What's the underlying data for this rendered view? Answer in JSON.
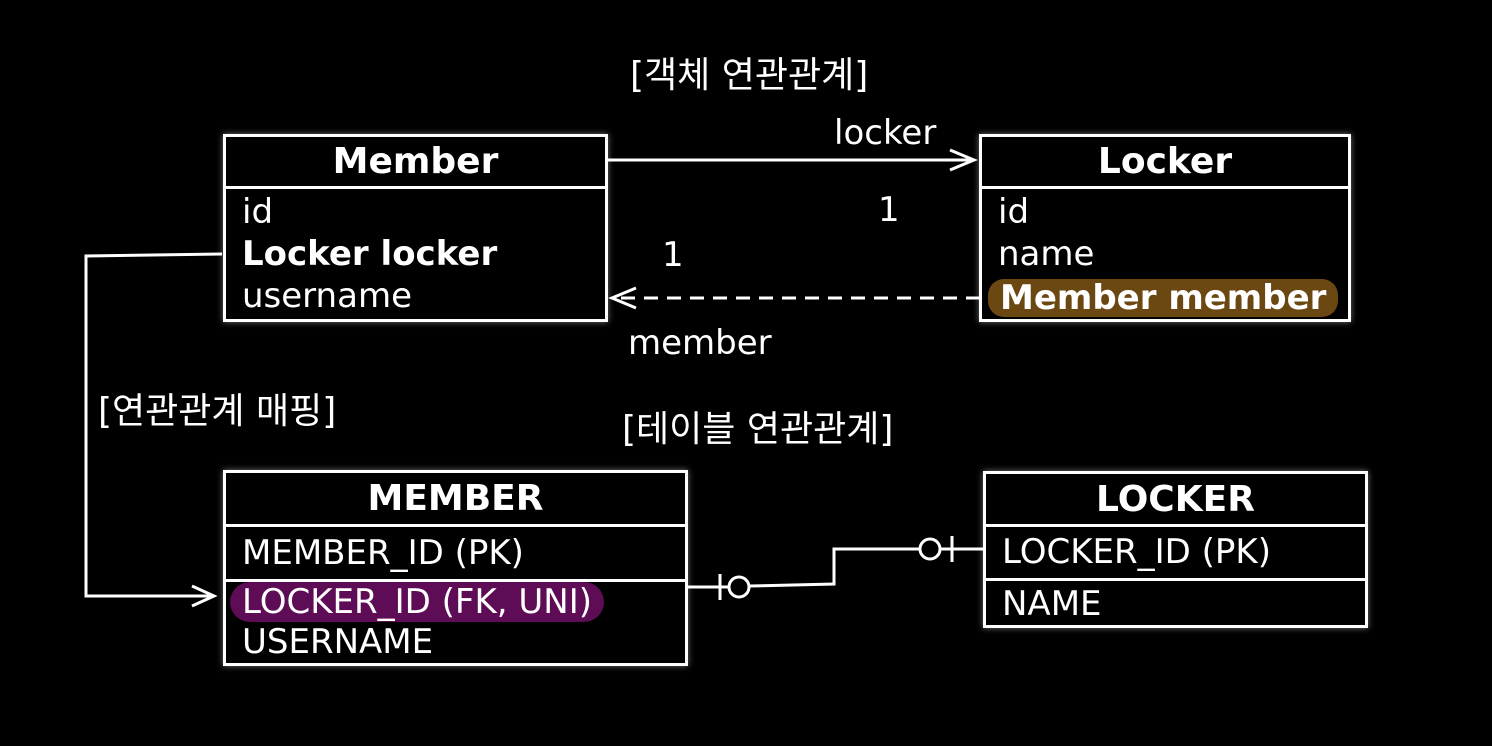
{
  "titles": {
    "object_relation": "[객체 연관관계]",
    "relation_mapping": "[연관관계 매핑]",
    "table_relation": "[테이블 연관관계]"
  },
  "edges": {
    "locker_label": "locker",
    "member_label": "member",
    "member_to_locker_multiplicity": "1",
    "locker_to_member_multiplicity": "1"
  },
  "member_entity": {
    "name": "Member",
    "fields": [
      "id",
      "Locker locker",
      "username"
    ]
  },
  "locker_entity": {
    "name": "Locker",
    "fields": [
      "id",
      "name",
      "Member member"
    ]
  },
  "member_table": {
    "name": "MEMBER",
    "columns": [
      "MEMBER_ID (PK)",
      "LOCKER_ID (FK, UNI)",
      "USERNAME"
    ]
  },
  "locker_table": {
    "name": "LOCKER",
    "columns": [
      "LOCKER_ID (PK)",
      "NAME"
    ]
  },
  "colors": {
    "background": "#000000",
    "foreground": "#ffffff",
    "highlight_member_field": "#6b4712",
    "highlight_fk_column": "#5e0c55"
  }
}
